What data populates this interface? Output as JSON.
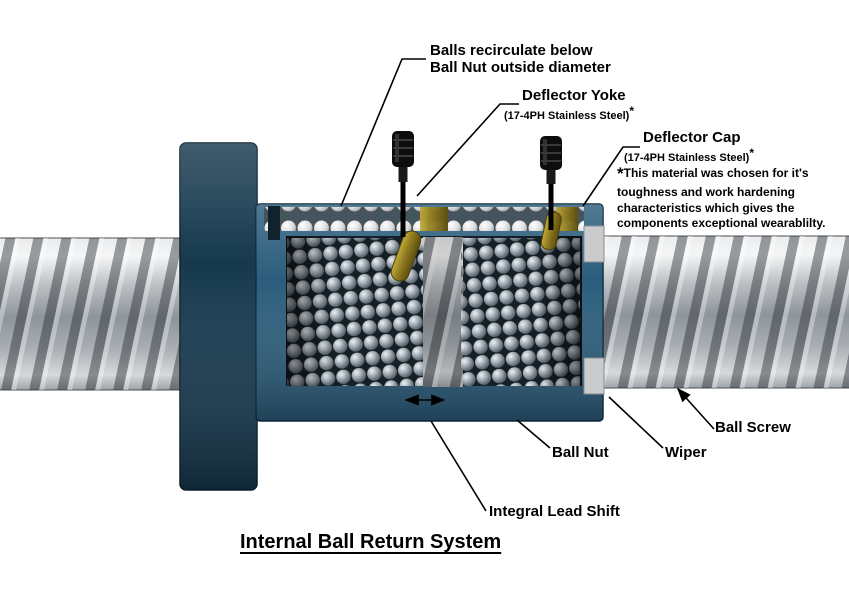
{
  "diagram": {
    "title": "Internal Ball Return System",
    "callouts": {
      "balls_recirculate": {
        "line1": "Balls recirculate below",
        "line2": "Ball Nut outside diameter"
      },
      "deflector_yoke": {
        "name": "Deflector Yoke",
        "material": "(17-4PH Stainless Steel)",
        "footnote_mark": "*"
      },
      "deflector_cap": {
        "name": "Deflector Cap",
        "material": "(17-4PH Stainless Steel)",
        "footnote_mark": "*"
      },
      "material_note": {
        "mark": "*",
        "text": "This material was chosen for it's toughness and work hardening characteristics which gives the components exceptional wearablilty."
      },
      "ball_screw": "Ball Screw",
      "ball_nut": "Ball Nut",
      "wiper": "Wiper",
      "integral_lead_shift": "Integral Lead Shift"
    },
    "colors": {
      "housing_blue": "#2b5d7c",
      "flange_navy": "#16394e",
      "cavity_dark": "#141f26",
      "brass": "#9a8422",
      "wiper_gray": "#c9cbcc",
      "text": "#000000"
    }
  }
}
